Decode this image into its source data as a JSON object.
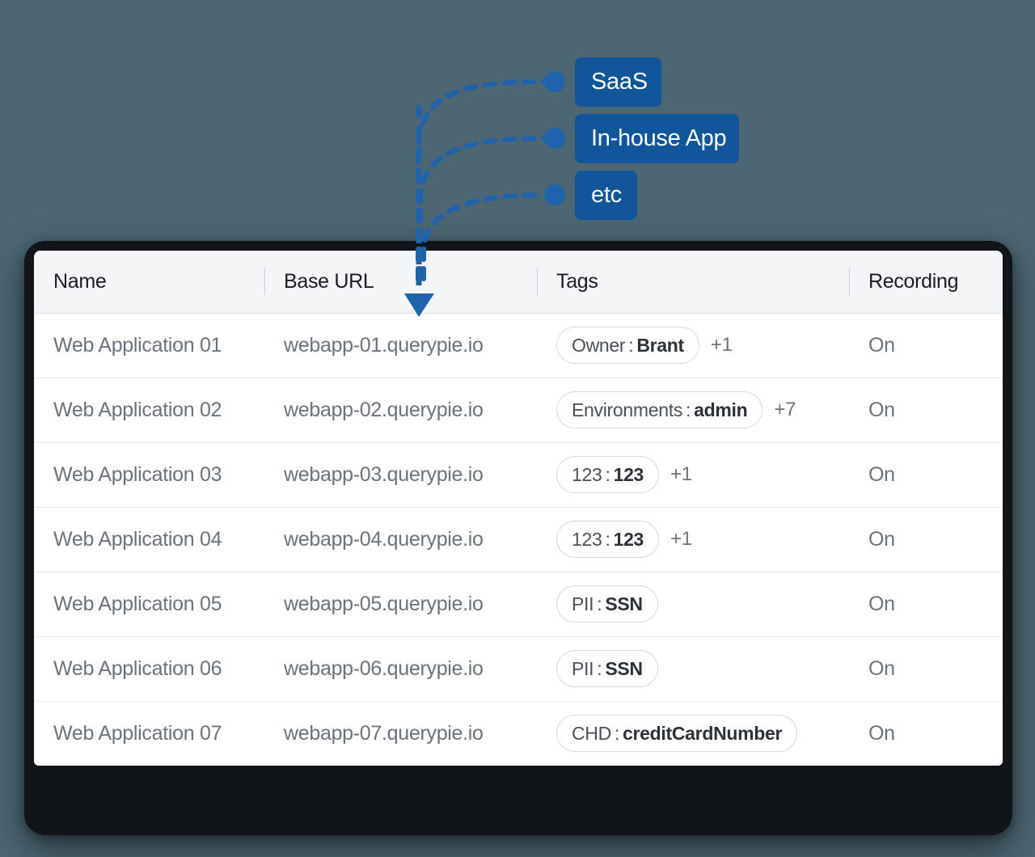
{
  "theme": {
    "background": "#4c6773",
    "accent_blue": "#11569b",
    "bezel": "#111418",
    "card": "#ffffff",
    "header_band": "#f4f5f7",
    "text_primary": "#1b1d21",
    "text_secondary": "#6b737c"
  },
  "diagram": {
    "callouts": [
      {
        "label": "SaaS",
        "name": "callout-saas"
      },
      {
        "label": "In-house App",
        "name": "callout-inhouse"
      },
      {
        "label": "etc",
        "name": "callout-etc"
      }
    ],
    "connector_style": "dashed-curve-to-arrow",
    "arrow_direction": "down"
  },
  "table": {
    "columns": [
      {
        "key": "name",
        "label": "Name"
      },
      {
        "key": "base_url",
        "label": "Base URL"
      },
      {
        "key": "tags",
        "label": "Tags"
      },
      {
        "key": "recording",
        "label": "Recording"
      }
    ],
    "rows": [
      {
        "name": "Web Application 01",
        "base_url": "webapp-01.querypie.io",
        "tag_key": "Owner",
        "tag_sep": ":",
        "tag_value": "Brant",
        "tag_more": "+1",
        "recording": "On"
      },
      {
        "name": "Web Application 02",
        "base_url": "webapp-02.querypie.io",
        "tag_key": "Environments",
        "tag_sep": ":",
        "tag_value": "admin",
        "tag_more": "+7",
        "recording": "On"
      },
      {
        "name": "Web Application 03",
        "base_url": "webapp-03.querypie.io",
        "tag_key": "123",
        "tag_sep": ":",
        "tag_value": "123",
        "tag_more": "+1",
        "recording": "On"
      },
      {
        "name": "Web Application 04",
        "base_url": "webapp-04.querypie.io",
        "tag_key": "123",
        "tag_sep": ":",
        "tag_value": "123",
        "tag_more": "+1",
        "recording": "On"
      },
      {
        "name": "Web Application 05",
        "base_url": "webapp-05.querypie.io",
        "tag_key": "PII",
        "tag_sep": ":",
        "tag_value": "SSN",
        "tag_more": "",
        "recording": "On"
      },
      {
        "name": "Web Application 06",
        "base_url": "webapp-06.querypie.io",
        "tag_key": "PII",
        "tag_sep": ":",
        "tag_value": "SSN",
        "tag_more": "",
        "recording": "On"
      },
      {
        "name": "Web Application 07",
        "base_url": "webapp-07.querypie.io",
        "tag_key": "CHD",
        "tag_sep": ":",
        "tag_value": "creditCardNumber",
        "tag_more": "",
        "recording": "On"
      }
    ]
  }
}
